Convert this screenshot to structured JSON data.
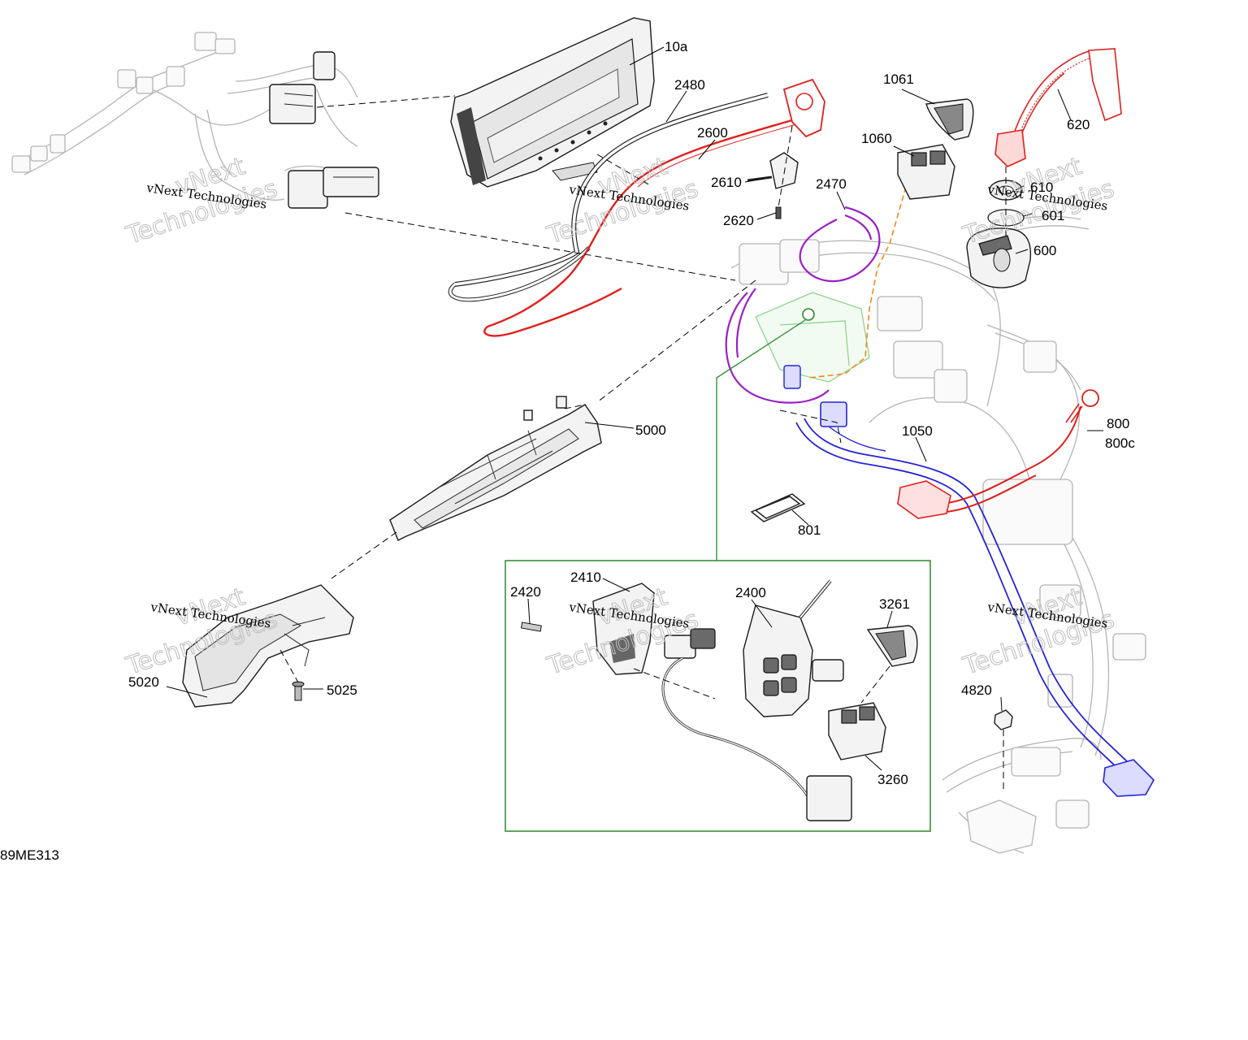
{
  "diagram": {
    "figure_code": "89ME313",
    "watermark_text": "vNext Technologies",
    "watermark_big_a": "vNext",
    "watermark_big_b": "Technologies",
    "callouts": [
      {
        "id": "c-10a",
        "text": "10a"
      },
      {
        "id": "c-2480",
        "text": "2480"
      },
      {
        "id": "c-2600",
        "text": "2600"
      },
      {
        "id": "c-2610",
        "text": "2610"
      },
      {
        "id": "c-2620",
        "text": "2620"
      },
      {
        "id": "c-2470",
        "text": "2470"
      },
      {
        "id": "c-1061",
        "text": "1061"
      },
      {
        "id": "c-1060",
        "text": "1060"
      },
      {
        "id": "c-620",
        "text": "620"
      },
      {
        "id": "c-610",
        "text": "610"
      },
      {
        "id": "c-601",
        "text": "601"
      },
      {
        "id": "c-600",
        "text": "600"
      },
      {
        "id": "c-5000",
        "text": "5000"
      },
      {
        "id": "c-1050",
        "text": "1050"
      },
      {
        "id": "c-800",
        "text": "800"
      },
      {
        "id": "c-800c",
        "text": "800c"
      },
      {
        "id": "c-801",
        "text": "801"
      },
      {
        "id": "c-2420",
        "text": "2420"
      },
      {
        "id": "c-2410",
        "text": "2410"
      },
      {
        "id": "c-2400",
        "text": "2400"
      },
      {
        "id": "c-3261",
        "text": "3261"
      },
      {
        "id": "c-3260",
        "text": "3260"
      },
      {
        "id": "c-5020",
        "text": "5020"
      },
      {
        "id": "c-5025",
        "text": "5025"
      },
      {
        "id": "c-4820",
        "text": "4820"
      }
    ],
    "colors": {
      "red": "#e0201c",
      "purple": "#9a1fc8",
      "orange": "#f08a1c",
      "blue": "#2424d8",
      "green": "#2a8a2a",
      "ghost": "#b4b4b4"
    }
  }
}
